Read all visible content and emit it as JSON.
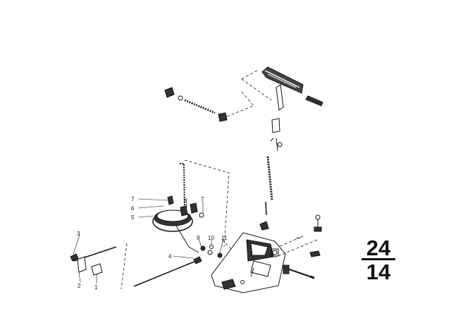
{
  "diagram": {
    "section_number_top": "24",
    "section_number_bottom": "14",
    "callouts": [
      "1",
      "2",
      "3",
      "4",
      "5",
      "6",
      "7",
      "7",
      "8",
      "9",
      "10",
      "11"
    ],
    "colors": {
      "ink": "#111111",
      "background": "#ffffff"
    }
  }
}
